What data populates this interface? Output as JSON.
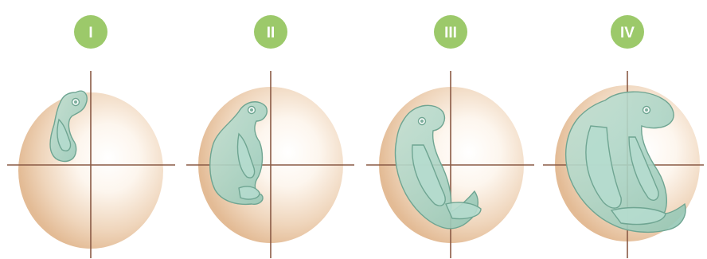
{
  "stages": [
    {
      "label": "I"
    },
    {
      "label": "II"
    },
    {
      "label": "III"
    },
    {
      "label": "IV"
    }
  ],
  "colors": {
    "badge": "#9cc96a",
    "egg_edge": "#e6c3a0",
    "egg_center": "#ffffff",
    "crosshair": "#8a5a45",
    "embryo_fill": "#a9d3c5",
    "embryo_stroke": "#6fa592"
  }
}
